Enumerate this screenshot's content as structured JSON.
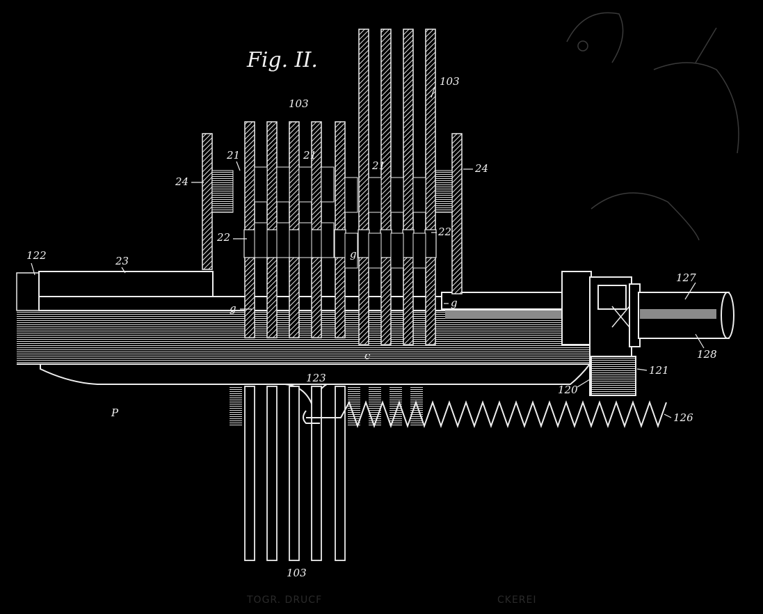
{
  "figure": {
    "title": "Fig. II.",
    "background": "#000000",
    "ink": "#f0f0f0"
  },
  "labels": {
    "l103_top_mid": "103",
    "l103_top_right": "103",
    "l103_bottom": "103",
    "l24_left": "24",
    "l24_right": "24",
    "l21_a": "21",
    "l21_b": "21",
    "l21_c": "21",
    "l22_left": "22",
    "l22_right": "22",
    "l122": "122",
    "l23": "23",
    "lg_left": "g",
    "lg_mid": "g",
    "lg_right": "g",
    "lc": "c",
    "l127": "127",
    "l128": "128",
    "l121": "121",
    "l120": "120",
    "l123": "123",
    "l126": "126",
    "lP": "P"
  },
  "watermark": {
    "left": "TOGR. DRUCF",
    "right": "CKEREI"
  }
}
